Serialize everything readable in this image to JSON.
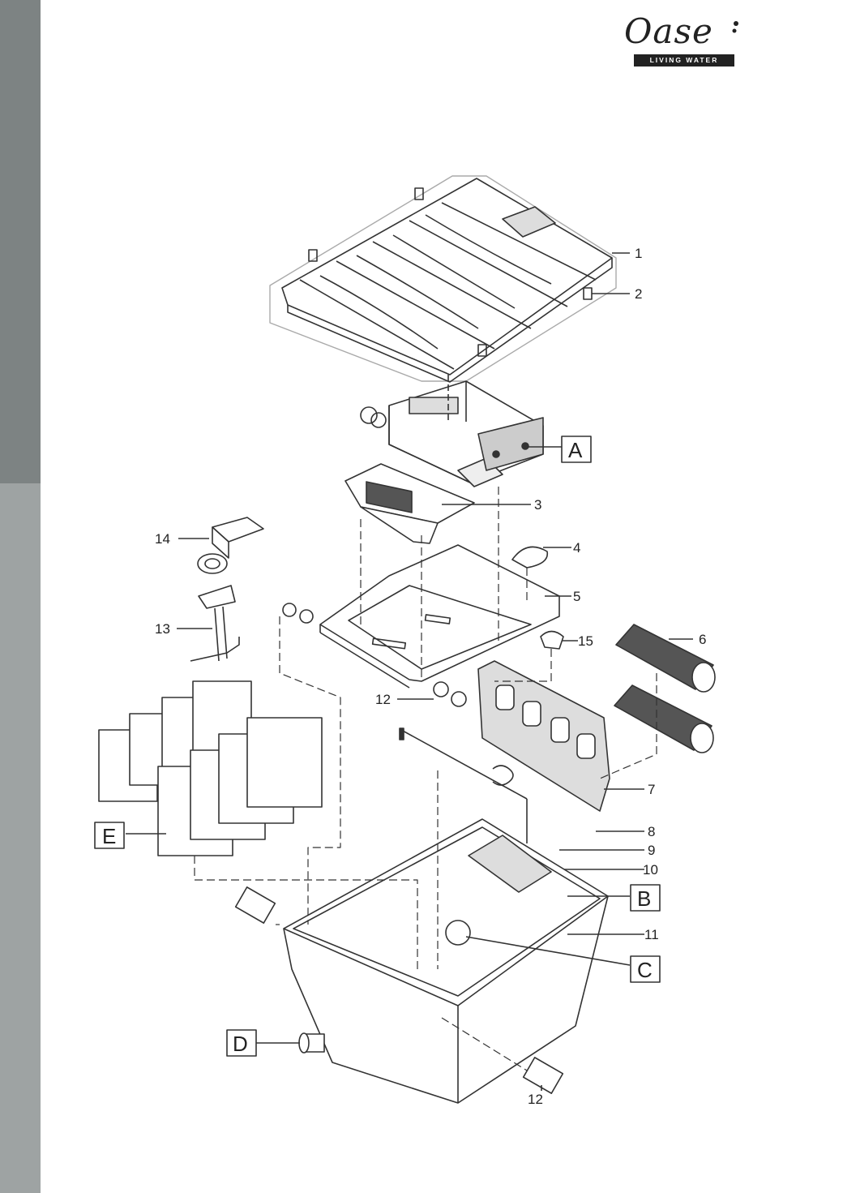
{
  "brand": {
    "name": "Oase",
    "tagline": "LIVING WATER"
  },
  "callouts": {
    "n1": "1",
    "n2": "2",
    "n3": "3",
    "n4": "4",
    "n5": "5",
    "n6": "6",
    "n7": "7",
    "n8": "8",
    "n9": "9",
    "n10": "10",
    "n11": "11",
    "n12a": "12",
    "n12b": "12",
    "n13": "13",
    "n14": "14",
    "n15": "15"
  },
  "boxes": {
    "A": "A",
    "B": "B",
    "C": "C",
    "D": "D",
    "E": "E"
  }
}
